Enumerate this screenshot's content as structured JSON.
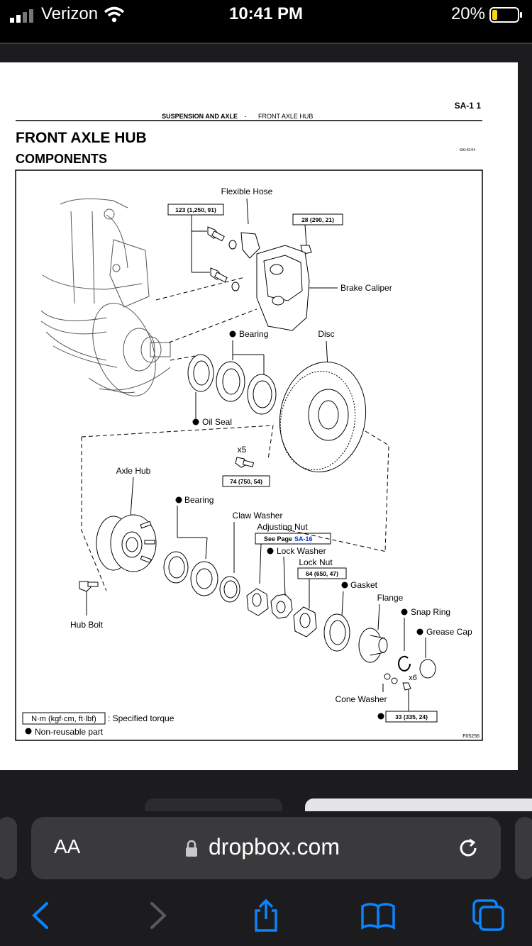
{
  "status": {
    "carrier": "Verizon",
    "time": "10:41 PM",
    "battery": "20%"
  },
  "document": {
    "page_number": "SA-1 1",
    "header_section": "SUSPENSION AND AXLE",
    "header_sep": "-",
    "header_sub": "FRONT AXLE HUB",
    "title": "FRONT AXLE HUB",
    "subtitle": "COMPONENTS",
    "ref_small": "SA143-04",
    "figure_id": "F05256",
    "labels": {
      "flexible_hose": "Flexible Hose",
      "torque_123": "123 (1,250, 91)",
      "torque_28": "28 (290, 21)",
      "brake_caliper": "Brake Caliper",
      "bearing_upper": "Bearing",
      "disc": "Disc",
      "oil_seal": "Oil Seal",
      "x5": "x5",
      "torque_74": "74 (750, 54)",
      "axle_hub": "Axle Hub",
      "bearing_lower": "Bearing",
      "claw_washer": "Claw Washer",
      "adjusting_nut": "Adjusting Nut",
      "see_page_prefix": "See Page",
      "see_page_link": "SA-16",
      "lock_washer": "Lock Washer",
      "lock_nut": "Lock Nut",
      "torque_64": "64 (650, 47)",
      "gasket": "Gasket",
      "flange": "Flange",
      "snap_ring": "Snap Ring",
      "grease_cap": "Grease Cap",
      "hub_bolt": "Hub Bolt",
      "x6": "x6",
      "cone_washer": "Cone Washer",
      "torque_33": "33 (335, 24)"
    },
    "legend": {
      "unit": "N·m (kgf·cm, ft·lbf)",
      "unit_desc": ": Specified torque",
      "non_reusable": "Non-reusable part"
    }
  },
  "browser": {
    "aa": "AA",
    "domain": "dropbox.com"
  },
  "colors": {
    "link": "#0033cc",
    "ios_blue": "#0a84ff"
  }
}
